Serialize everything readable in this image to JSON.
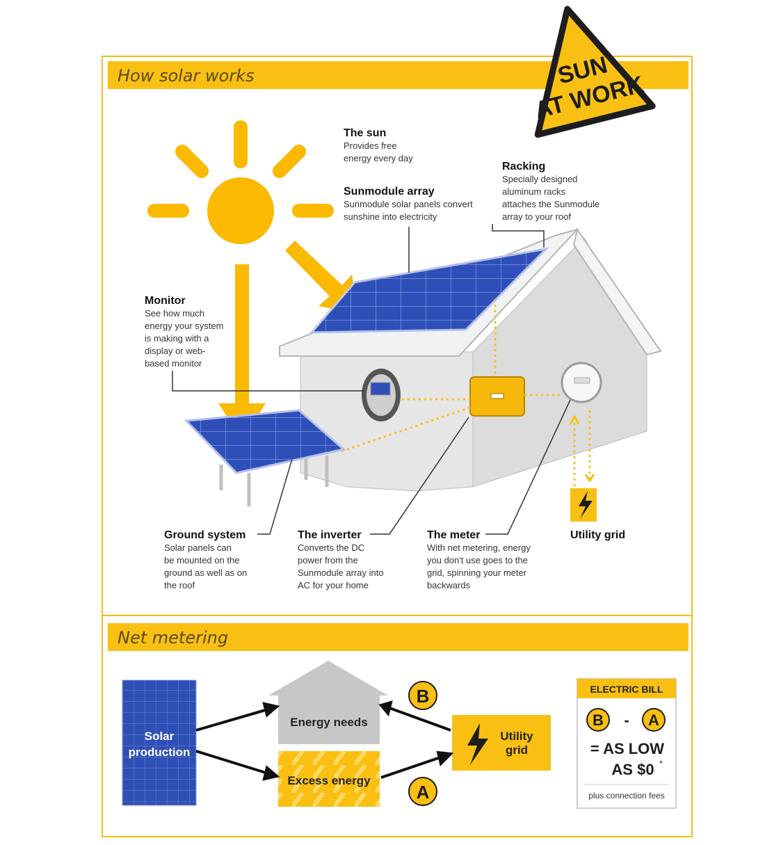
{
  "sections": {
    "how_solar_works": "How solar works",
    "net_metering": "Net metering"
  },
  "badge": {
    "line1": "SUN",
    "line2": "AT WORK"
  },
  "labels": {
    "sun": {
      "title": "The sun",
      "text": "Provides free\nenergy every day"
    },
    "array": {
      "title": "Sunmodule array",
      "text": "Sunmodule solar panels convert\nsunshine into electricity"
    },
    "racking": {
      "title": "Racking",
      "text": "Specially designed\naluminum racks\nattaches the Sunmodule\narray to your roof"
    },
    "monitor": {
      "title": "Monitor",
      "text": "See how much\nenergy your system\nis making with a\ndisplay or web-\nbased monitor"
    },
    "ground": {
      "title": "Ground system",
      "text": "Solar panels can\nbe mounted on the\nground as well as on\nthe roof"
    },
    "inverter": {
      "title": "The inverter",
      "text": "Converts the DC\npower from the\nSunmodule array into\nAC for your home"
    },
    "meter": {
      "title": "The meter",
      "text": "With net metering, energy\nyou don't use goes to the\ngrid, spinning your meter\nbackwards"
    },
    "utility": {
      "title": "Utility grid"
    }
  },
  "net": {
    "solar_line1": "Solar",
    "solar_line2": "production",
    "energy_needs": "Energy needs",
    "excess_energy": "Excess energy",
    "utility_line1": "Utility",
    "utility_line2": "grid",
    "marker_b": "B",
    "marker_a": "A",
    "bill_title": "ELECTRIC BILL",
    "bill_b": "B",
    "bill_minus": "-",
    "bill_a": "A",
    "bill_line1": "= AS LOW",
    "bill_line2": "AS $0",
    "bill_asterisk": "*",
    "bill_note": "plus connection fees"
  },
  "colors": {
    "accent_yellow": "#f9c013",
    "sun_yellow": "#fbb900",
    "panel_blue": "#2f4fb8",
    "house_gray": "#e6e6e6"
  }
}
